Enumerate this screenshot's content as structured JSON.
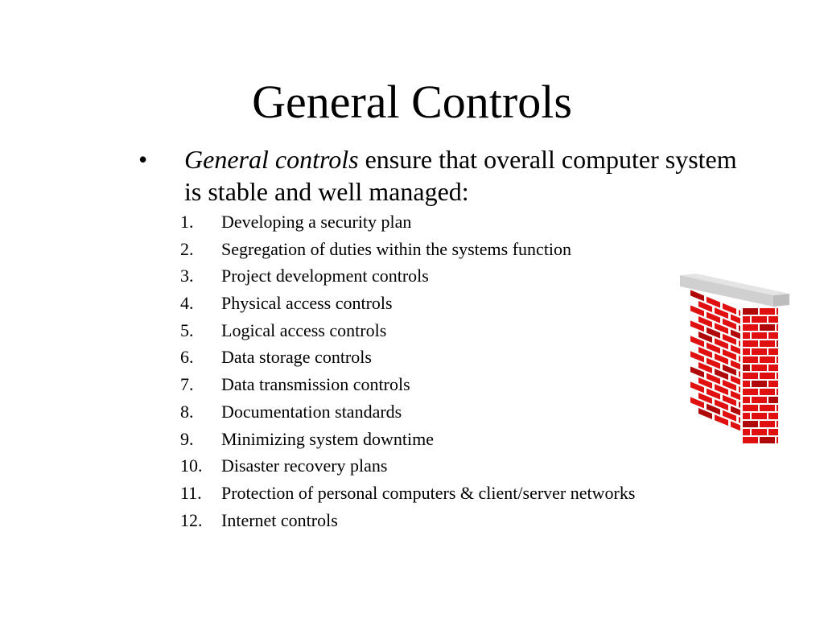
{
  "slide": {
    "title": "General Controls",
    "bullet_symbol": "•",
    "bullet_emphasis": "General controls",
    "bullet_rest": " ensure that overall computer system is stable and well managed:",
    "items": [
      {
        "num": "1.",
        "label": "Developing a security plan"
      },
      {
        "num": "2.",
        "label": "Segregation of duties within the systems function"
      },
      {
        "num": "3.",
        "label": "Project development controls"
      },
      {
        "num": "4.",
        "label": "Physical access controls"
      },
      {
        "num": "5.",
        "label": "Logical access controls"
      },
      {
        "num": "6.",
        "label": "Data storage controls"
      },
      {
        "num": "7.",
        "label": "Data transmission controls"
      },
      {
        "num": "8.",
        "label": "Documentation standards"
      },
      {
        "num": "9.",
        "label": "Minimizing system downtime"
      },
      {
        "num": "10.",
        "label": "Disaster recovery plans"
      },
      {
        "num": "11.",
        "label": "Protection of personal computers & client/server networks"
      },
      {
        "num": "12.",
        "label": "Internet controls"
      }
    ]
  },
  "illustration": {
    "icon": "brick-wall-icon",
    "brick_color": "#e01010",
    "brick_dark_color": "#b00808",
    "mortar_color": "#ffffff",
    "cap_color": "#d0d0d0"
  }
}
